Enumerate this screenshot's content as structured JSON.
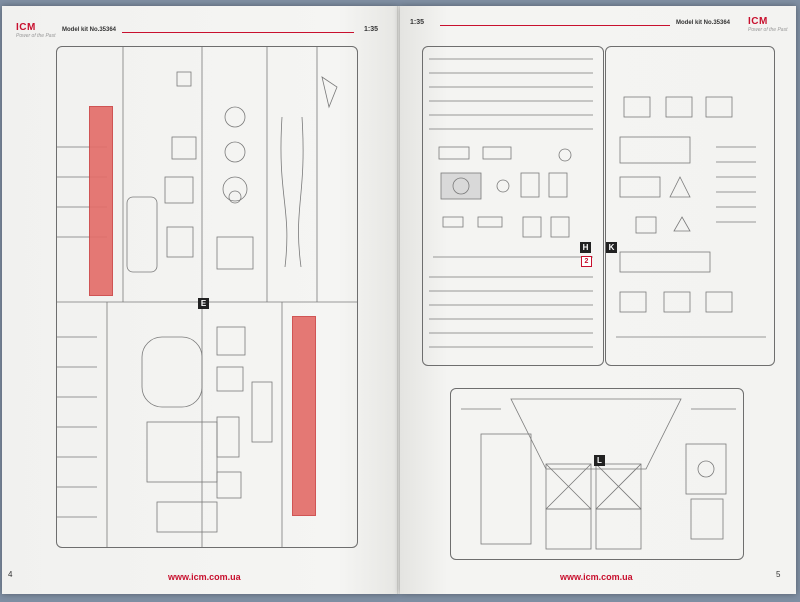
{
  "left_page": {
    "brand": "ICM",
    "tagline": "Power of the Past",
    "model_kit": "Model kit No.35364",
    "scale": "1:35",
    "footer_url": "www.icm.com.ua",
    "page_number": "4",
    "sprue_label": "E"
  },
  "right_page": {
    "brand": "ICM",
    "tagline": "Power of the Past",
    "model_kit": "Model kit No.35364",
    "scale": "1:35",
    "footer_url": "www.icm.com.ua",
    "page_number": "5",
    "sprue_labels": [
      "H",
      "K",
      "L"
    ],
    "marker_label": "2"
  },
  "colors": {
    "brand_red": "#c8102e",
    "highlight": "#e36b67",
    "line": "#6e6e6e"
  }
}
